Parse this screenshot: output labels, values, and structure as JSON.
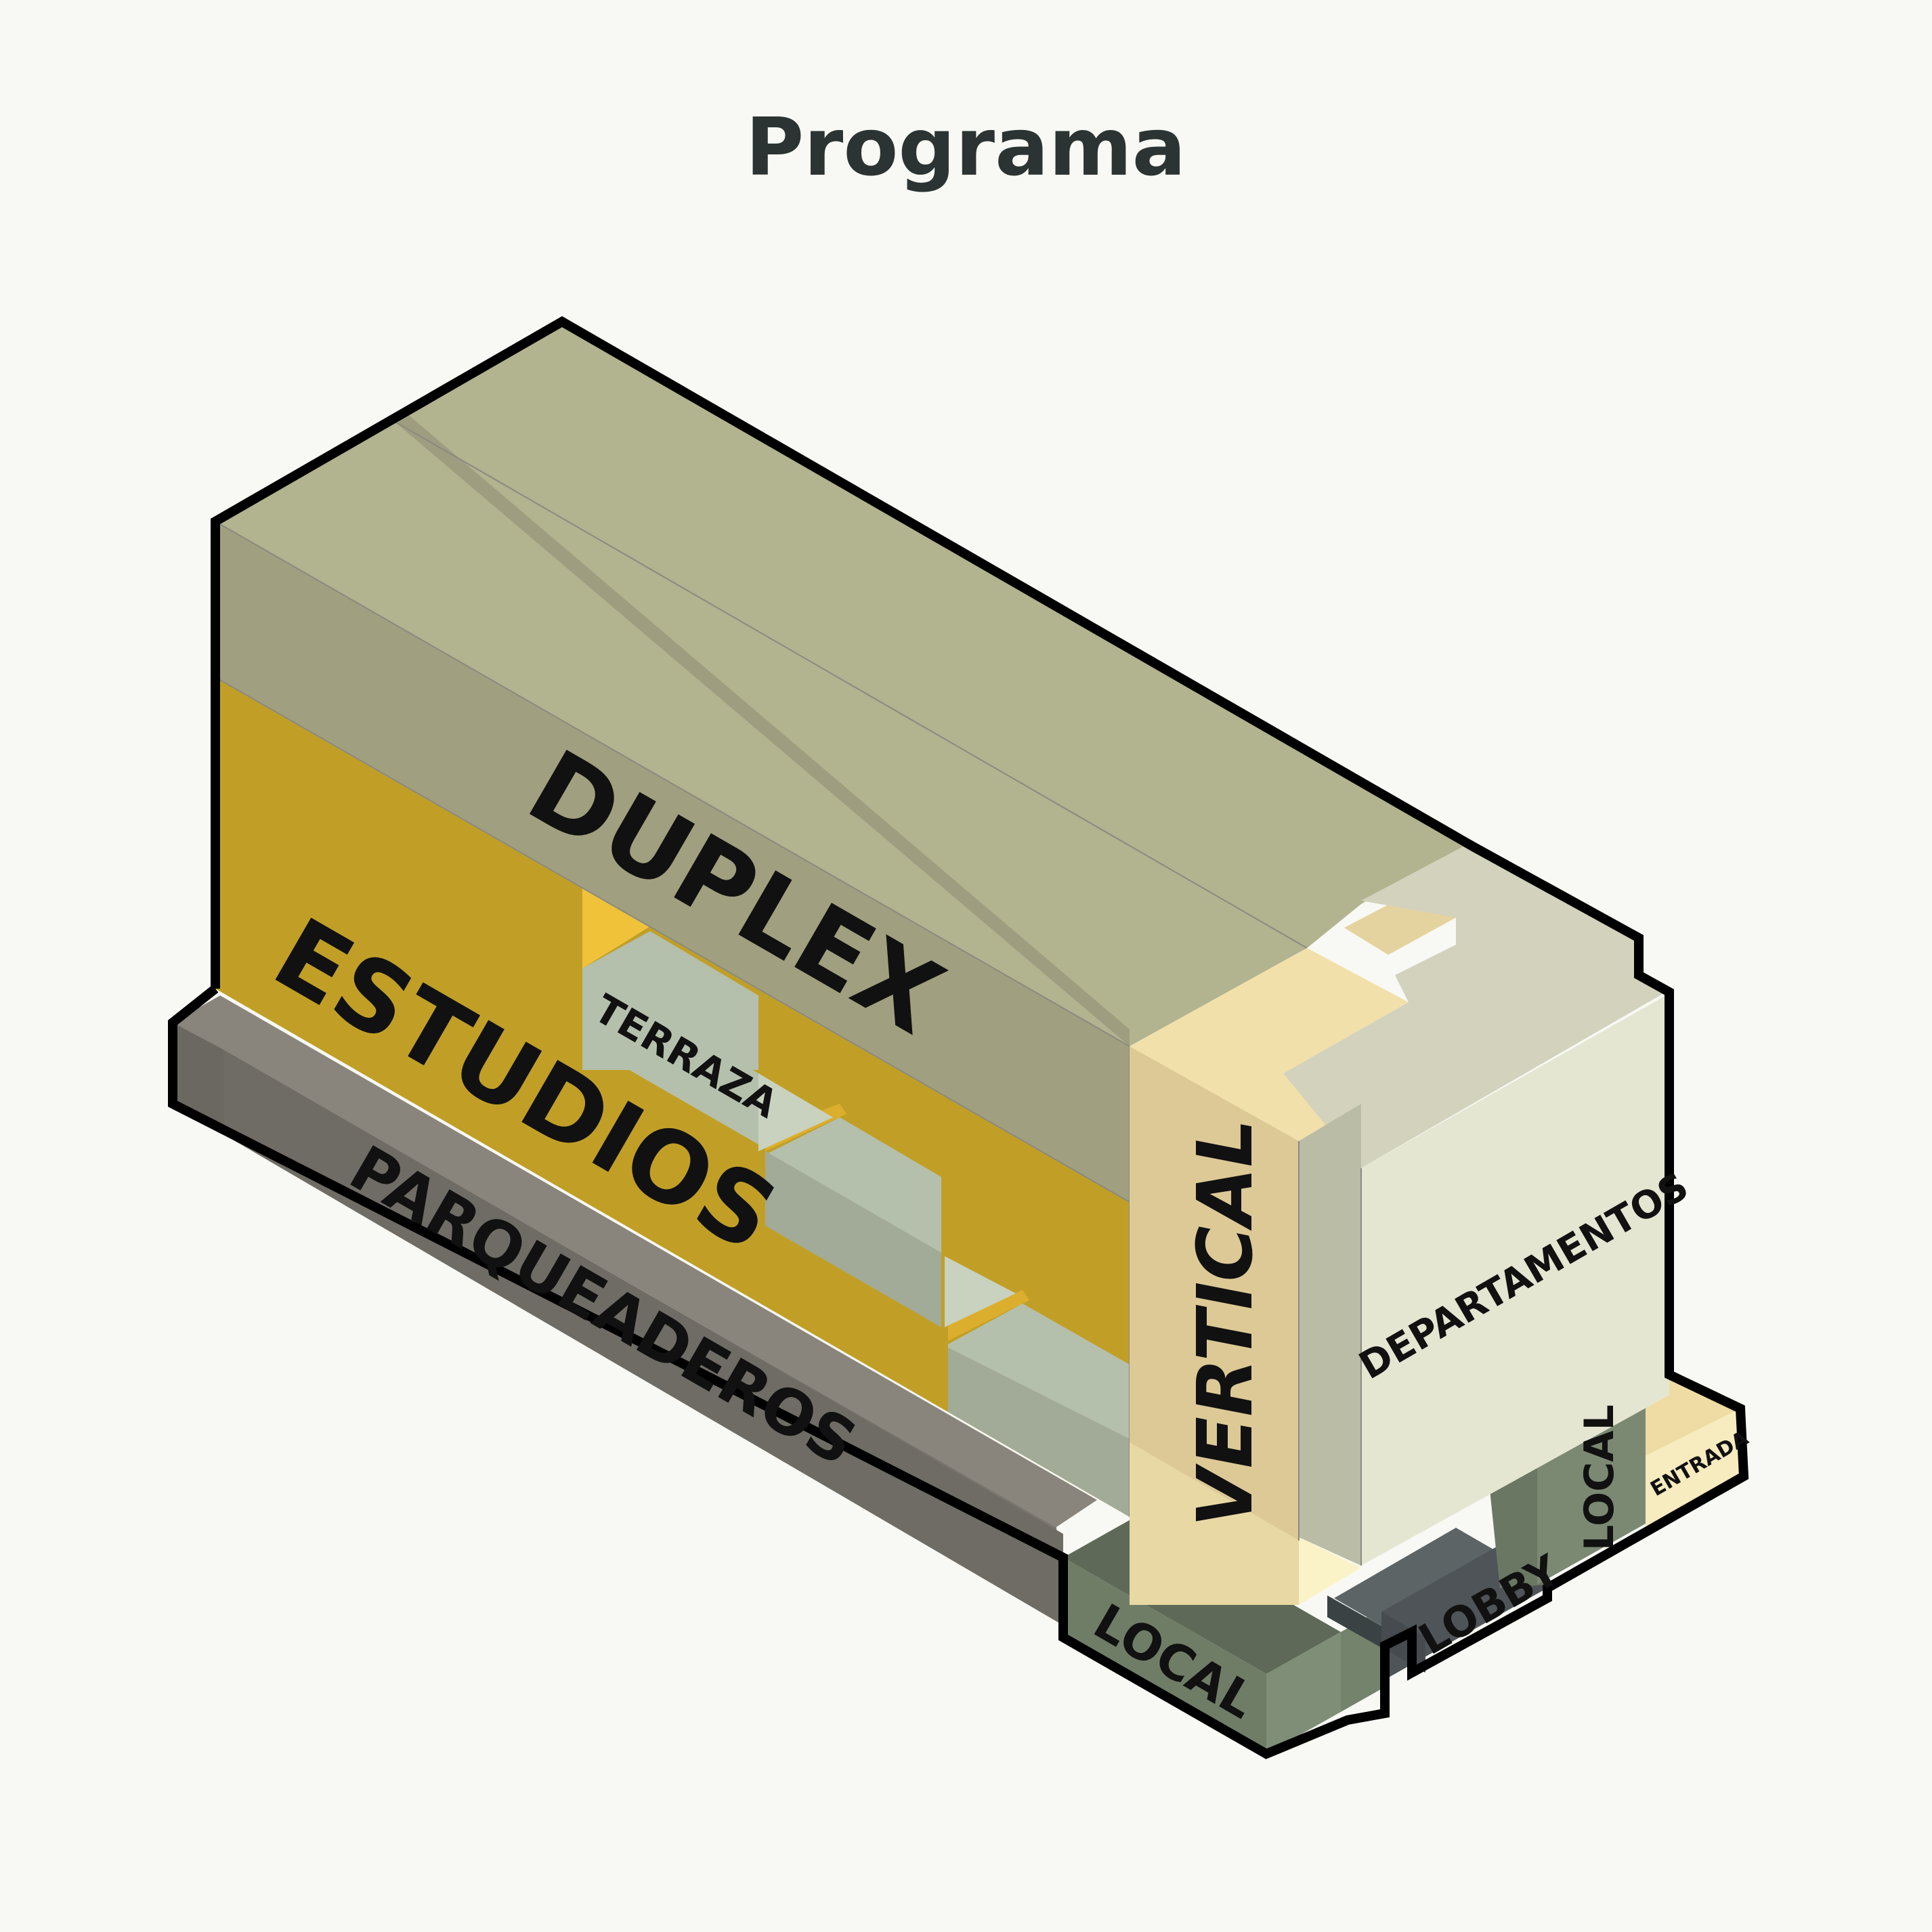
{
  "title": "Programa",
  "labels": {
    "duplex": "DUPLEX",
    "estudios": "ESTUDIOS",
    "terraza": "TERRAZA",
    "parqueaderos": "PARQUEADEROS",
    "vertical": "VERTICAL",
    "departamentos": "DEPARTAMENTOS",
    "local_front": "LOCAL",
    "lobby": "LOBBY",
    "local_side": "LOCAL",
    "entrada": "ENTRADA"
  },
  "colors": {
    "background": "#f8f9f4",
    "duplex_top": "#b2b38f",
    "duplex_side": "#a09f7f",
    "estudios": "#c19f27",
    "estudios_light": "#efc23a",
    "terraza": "#b4c0ac",
    "terraza_dark": "#a2ab98",
    "parqueaderos": "#7a7770",
    "vertical": "#e0cc97",
    "departamentos": "#e5e6d2",
    "departamentos_side": "#bbbca6",
    "local": "#6f7d67",
    "lobby": "#4e5457",
    "entrada": "#f1dfa8"
  }
}
